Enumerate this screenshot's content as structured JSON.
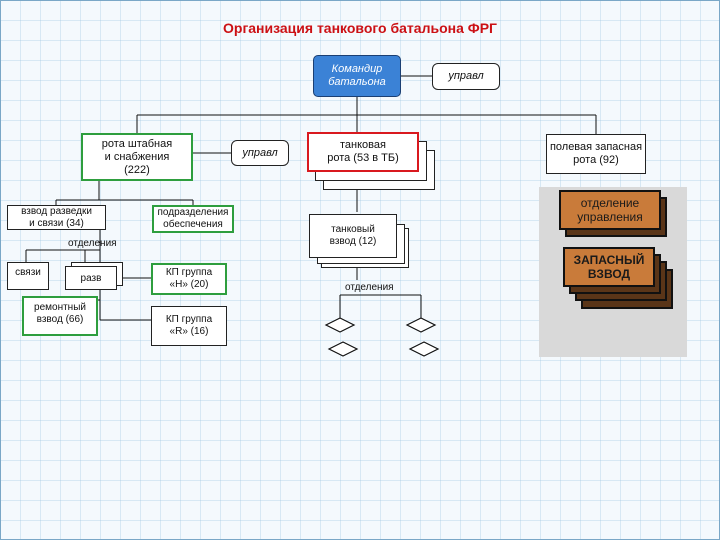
{
  "title": "Организация танкового батальона ФРГ",
  "nodes": {
    "commander": "Командир\nбатальона",
    "control_top": "управл",
    "hq_company": "рота штабная\nи снабжения\n(222)",
    "control_left": "управл",
    "tank_company": "танковая\nрота (53 в ТБ)",
    "field_reserve": "полевая запасная\nрота  (92)",
    "recon_platoon": "взвод разведки\nи связи  (34)",
    "support_units": "подразделения\nобеспечения",
    "tank_platoon": "танковый\nвзвод      (12)",
    "sections_label_left": "отделения",
    "signal": "связи",
    "recon": "разв",
    "kp_h": "КП группа\n«Н»  (20)",
    "sections_label_right": "отделения",
    "repair_platoon": "ремонтный\nвзвод (66)",
    "kp_r": "КП группа\n«R»   (16)"
  },
  "photo": {
    "sign_top": "отделение\nуправления",
    "sign_bottom": "ЗАПАСНЫЙ\nВЗВОД"
  }
}
